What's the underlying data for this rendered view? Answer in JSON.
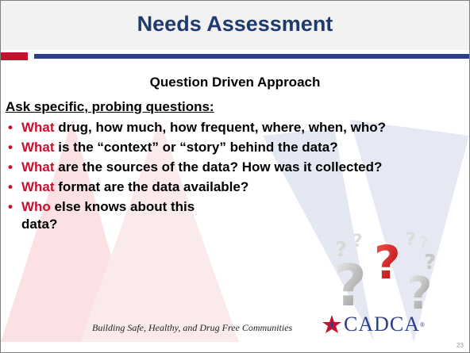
{
  "slide": {
    "title": "Needs Assessment",
    "subtitle": "Question Driven Approach",
    "lead": "Ask specific, probing questions:",
    "bullets": [
      {
        "keyword": "What",
        "rest": " drug, how much, how frequent, where, when, who?"
      },
      {
        "keyword": "What",
        "rest": " is the “context” or “story” behind the data?"
      },
      {
        "keyword": "What",
        "rest": " are the sources of the data? How was it collected?"
      },
      {
        "keyword": "What",
        "rest": " format are the data available?"
      },
      {
        "keyword": "Who",
        "rest": " else knows about this data?"
      }
    ],
    "footer": "Building Safe, Healthy, and Drug Free Communities",
    "logo_text": "CADCA",
    "page_number": "23"
  },
  "image": {
    "icon": "question-marks-image"
  },
  "colors": {
    "title": "#1f3a6e",
    "accent_red": "#c8102e",
    "accent_blue": "#2d3f86"
  }
}
